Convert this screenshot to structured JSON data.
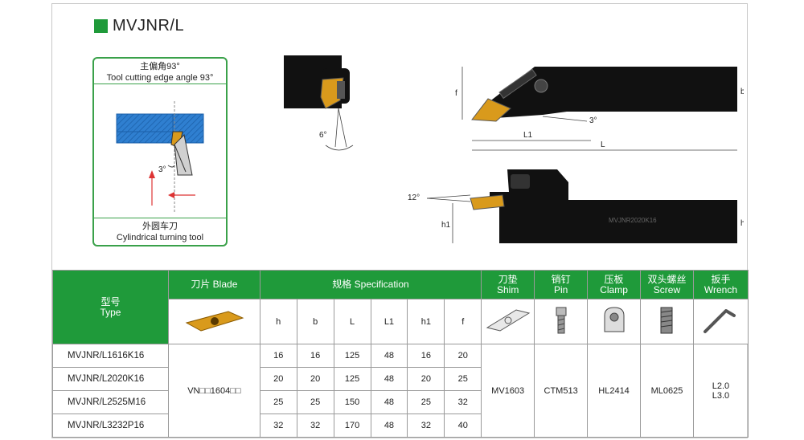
{
  "title": "MVJNR/L",
  "angle_panel": {
    "head_cn": "主偏角93°",
    "head_en": "Tool cutting edge angle 93°",
    "angle_label": "3°",
    "foot_cn": "外圆车刀",
    "foot_en": "Cylindrical turning tool"
  },
  "drawing_labels": {
    "top_f": "f",
    "top_b": "b",
    "top_3deg": "3°",
    "top_6deg": "6°",
    "top_L1": "L1",
    "top_L": "L",
    "side_12deg": "12°",
    "side_h1": "h1",
    "side_h": "h",
    "side_engraving": "MVJNR2020K16"
  },
  "table": {
    "type_cn": "型号",
    "type_en": "Type",
    "blade_cn": "刀片",
    "blade_en": "Blade",
    "spec_cn": "规格",
    "spec_en": "Specification",
    "shim_cn": "刀垫",
    "shim_en": "Shim",
    "pin_cn": "销钉",
    "pin_en": "Pin",
    "clamp_cn": "压板",
    "clamp_en": "Clamp",
    "screw_cn": "双头螺丝",
    "screw_en": "Screw",
    "wrench_cn": "扳手",
    "wrench_en": "Wrench",
    "spec_cols": [
      "h",
      "b",
      "L",
      "L1",
      "h1",
      "f"
    ],
    "rows": [
      {
        "type": "MVJNR/L1616K16",
        "specs": [
          "16",
          "16",
          "125",
          "48",
          "16",
          "20"
        ]
      },
      {
        "type": "MVJNR/L2020K16",
        "specs": [
          "20",
          "20",
          "125",
          "48",
          "20",
          "25"
        ]
      },
      {
        "type": "MVJNR/L2525M16",
        "specs": [
          "25",
          "25",
          "150",
          "48",
          "25",
          "32"
        ]
      },
      {
        "type": "MVJNR/L3232P16",
        "specs": [
          "32",
          "32",
          "170",
          "48",
          "32",
          "40"
        ]
      }
    ],
    "blade_value": "VN□□1604□□",
    "shim_value": "MV1603",
    "pin_value": "CTM513",
    "clamp_value": "HL2414",
    "screw_value": "ML0625",
    "wrench_value_1": "L2.0",
    "wrench_value_2": "L3.0"
  },
  "colors": {
    "header_green": "#1f9a3a",
    "insert_gold": "#d99a1c",
    "workpiece_blue": "#2f7fd0"
  }
}
